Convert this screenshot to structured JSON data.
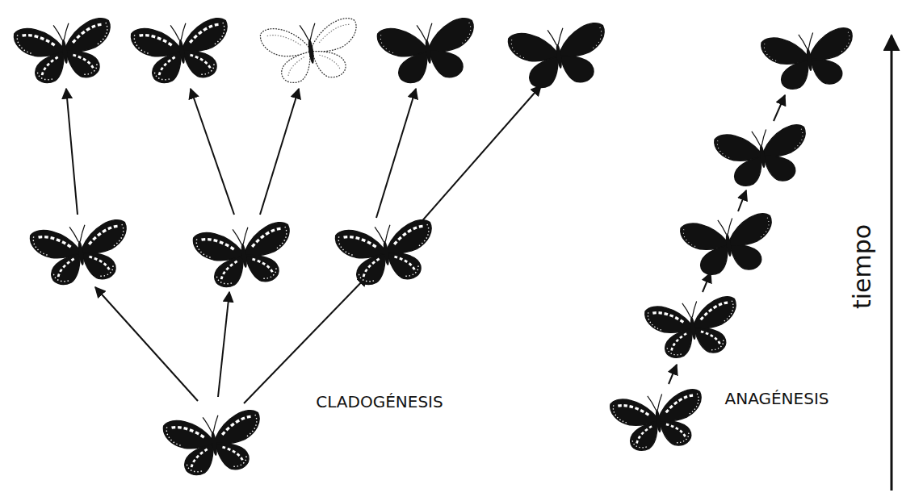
{
  "diagram": {
    "labels": [
      "CLADOGÉNESIS",
      "ANAGÉNESIS",
      "tiempo"
    ]
  }
}
